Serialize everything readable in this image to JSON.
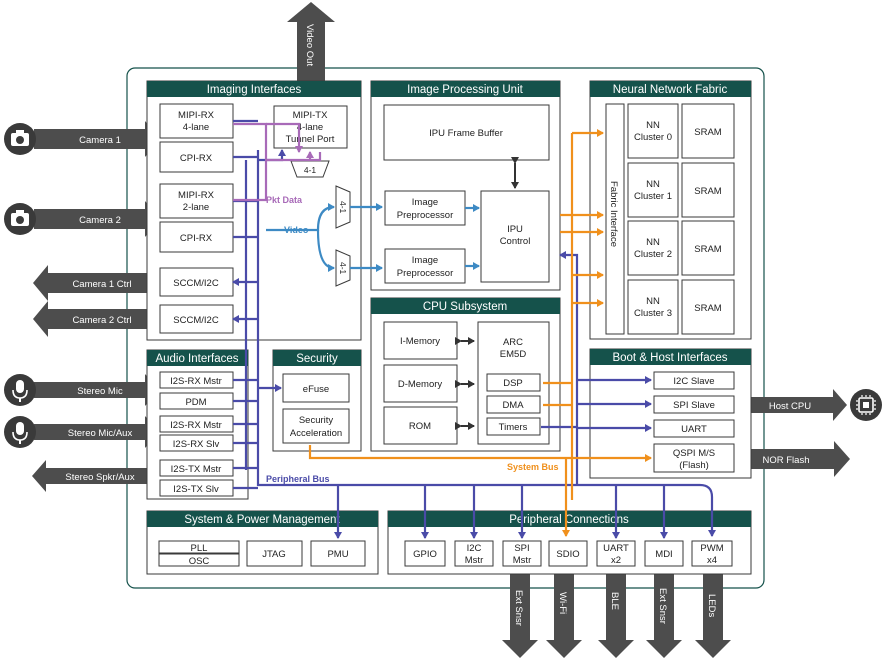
{
  "colors": {
    "header": "#15524b",
    "peripheral_bus": "#4a4ba8",
    "system_bus": "#f0901c",
    "video": "#3d8ac4",
    "pkt_data": "#a86ab8",
    "external_arrow": "#4d4d4d"
  },
  "icons": [
    "camera-icon",
    "microphone-icon",
    "cpu-chip-icon"
  ],
  "sections": {
    "imaging": "Imaging Interfaces",
    "ipu": "Image Processing Unit",
    "nn": "Neural Network Fabric",
    "cpu": "CPU Subsystem",
    "audio": "Audio Interfaces",
    "security": "Security",
    "boot": "Boot & Host Interfaces",
    "power": "System & Power Management",
    "periph": "Peripheral Connections"
  },
  "imaging": {
    "mipi_rx4": [
      "MIPI-RX",
      "4-lane"
    ],
    "cpi_rx_a": "CPI-RX",
    "mipi_rx2": [
      "MIPI-RX",
      "2-lane"
    ],
    "cpi_rx_b": "CPI-RX",
    "mipi_tx": [
      "MIPI-TX",
      "4-lane",
      "Tunnel Port"
    ],
    "mux_top": "4-1",
    "sccm1": "SCCM/I2C",
    "sccm2": "SCCM/I2C",
    "mux_a": "4-1",
    "mux_b": "4-1"
  },
  "ipu": {
    "frame_buffer": "IPU Frame Buffer",
    "pre1": [
      "Image",
      "Preprocessor"
    ],
    "pre2": [
      "Image",
      "Preprocessor"
    ],
    "control": [
      "IPU",
      "Control"
    ]
  },
  "nn": {
    "fabric_interface": "Fabric Interface",
    "clusters": [
      [
        "NN",
        "Cluster 0"
      ],
      [
        "NN",
        "Cluster 1"
      ],
      [
        "NN",
        "Cluster 2"
      ],
      [
        "NN",
        "Cluster 3"
      ]
    ],
    "sram": "SRAM"
  },
  "cpu": {
    "imem": "I-Memory",
    "dmem": "D-Memory",
    "rom": "ROM",
    "arc": [
      "ARC",
      "EM5D"
    ],
    "dsp": "DSP",
    "dma": "DMA",
    "timers": "Timers"
  },
  "audio": {
    "items": [
      "I2S-RX Mstr",
      "PDM",
      "I2S-RX Mstr",
      "I2S-RX Slv",
      "I2S-TX Mstr",
      "I2S-TX Slv"
    ]
  },
  "security": {
    "efuse": "eFuse",
    "accel": [
      "Security",
      "Acceleration"
    ]
  },
  "boot": {
    "i2c": "I2C Slave",
    "spi": "SPI Slave",
    "uart": "UART",
    "qspi": [
      "QSPI M/S",
      "(Flash)"
    ]
  },
  "power": {
    "pll": "PLL",
    "osc": "OSC",
    "jtag": "JTAG",
    "pmu": "PMU"
  },
  "periph": {
    "gpio": "GPIO",
    "i2c": [
      "I2C",
      "Mstr"
    ],
    "spi": [
      "SPI",
      "Mstr"
    ],
    "sdio": "SDIO",
    "uart": [
      "UART",
      "x2"
    ],
    "mdi": "MDI",
    "pwm": [
      "PWM",
      "x4"
    ]
  },
  "labels": {
    "pkt_data": "Pkt Data",
    "video": "Video",
    "system_bus": "System Bus",
    "peripheral_bus": "Peripheral Bus"
  },
  "external": {
    "video_out": "Video Out",
    "camera1": "Camera 1",
    "camera2": "Camera 2",
    "camera1_ctrl": "Camera 1 Ctrl",
    "camera2_ctrl": "Camera 2 Ctrl",
    "stereo_mic": "Stereo Mic",
    "stereo_mic_aux": "Stereo Mic/Aux",
    "stereo_spkr_aux": "Stereo Spkr/Aux",
    "host_cpu": "Host CPU",
    "nor_flash": "NOR Flash",
    "ext_snsr_1": "Ext Snsr",
    "wifi": "Wi-Fi",
    "ble": "BLE",
    "ext_snsr_2": "Ext Snsr",
    "leds": "LEDs"
  }
}
